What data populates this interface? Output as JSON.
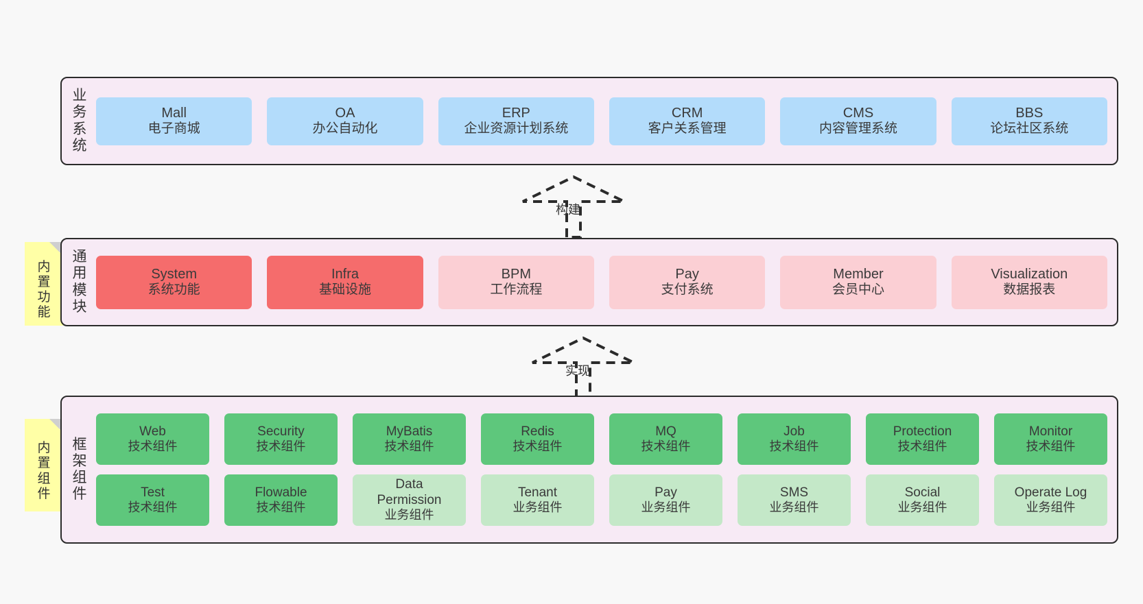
{
  "diagram": {
    "background_color": "#f8f8f8",
    "layer_bg_color": "#f7eaf5",
    "layers": [
      {
        "id": "business",
        "title": "业务系统",
        "box_color": "#b3dcfb",
        "rows": [
          [
            {
              "en": "Mall",
              "cn": "电子商城"
            },
            {
              "en": "OA",
              "cn": "办公自动化"
            },
            {
              "en": "ERP",
              "cn": "企业资源计划系统"
            },
            {
              "en": "CRM",
              "cn": "客户关系管理"
            },
            {
              "en": "CMS",
              "cn": "内容管理系统"
            },
            {
              "en": "BBS",
              "cn": "论坛社区系统"
            }
          ]
        ]
      },
      {
        "id": "modules",
        "title": "通用模块",
        "sticky": "内置功能",
        "box_color_strong": "#f56c6c",
        "box_color_light": "#fbcfd4",
        "rows": [
          [
            {
              "en": "System",
              "cn": "系统功能",
              "color": "#f56c6c"
            },
            {
              "en": "Infra",
              "cn": "基础设施",
              "color": "#f56c6c"
            },
            {
              "en": "BPM",
              "cn": "工作流程",
              "color": "#fbcfd4"
            },
            {
              "en": "Pay",
              "cn": "支付系统",
              "color": "#fbcfd4"
            },
            {
              "en": "Member",
              "cn": "会员中心",
              "color": "#fbcfd4"
            },
            {
              "en": "Visualization",
              "cn": "数据报表",
              "color": "#fbcfd4"
            }
          ]
        ]
      },
      {
        "id": "framework",
        "title": "框架组件",
        "sticky": "内置组件",
        "box_color_tech": "#5ec77c",
        "box_color_biz": "#c4e8c8",
        "rows": [
          [
            {
              "en": "Web",
              "cn": "技术组件",
              "color": "#5ec77c"
            },
            {
              "en": "Security",
              "cn": "技术组件",
              "color": "#5ec77c"
            },
            {
              "en": "MyBatis",
              "cn": "技术组件",
              "color": "#5ec77c"
            },
            {
              "en": "Redis",
              "cn": "技术组件",
              "color": "#5ec77c"
            },
            {
              "en": "MQ",
              "cn": "技术组件",
              "color": "#5ec77c"
            },
            {
              "en": "Job",
              "cn": "技术组件",
              "color": "#5ec77c"
            },
            {
              "en": "Protection",
              "cn": "技术组件",
              "color": "#5ec77c"
            },
            {
              "en": "Monitor",
              "cn": "技术组件",
              "color": "#5ec77c"
            }
          ],
          [
            {
              "en": "Test",
              "cn": "技术组件",
              "color": "#5ec77c"
            },
            {
              "en": "Flowable",
              "cn": "技术组件",
              "color": "#5ec77c"
            },
            {
              "en": "Data Permission",
              "cn": "业务组件",
              "color": "#c4e8c8"
            },
            {
              "en": "Tenant",
              "cn": "业务组件",
              "color": "#c4e8c8"
            },
            {
              "en": "Pay",
              "cn": "业务组件",
              "color": "#c4e8c8"
            },
            {
              "en": "SMS",
              "cn": "业务组件",
              "color": "#c4e8c8"
            },
            {
              "en": "Social",
              "cn": "业务组件",
              "color": "#c4e8c8"
            },
            {
              "en": "Operate Log",
              "cn": "业务组件",
              "color": "#c4e8c8"
            }
          ]
        ]
      }
    ],
    "connectors": [
      {
        "id": "build",
        "label": "构建"
      },
      {
        "id": "implement",
        "label": "实现"
      }
    ]
  }
}
